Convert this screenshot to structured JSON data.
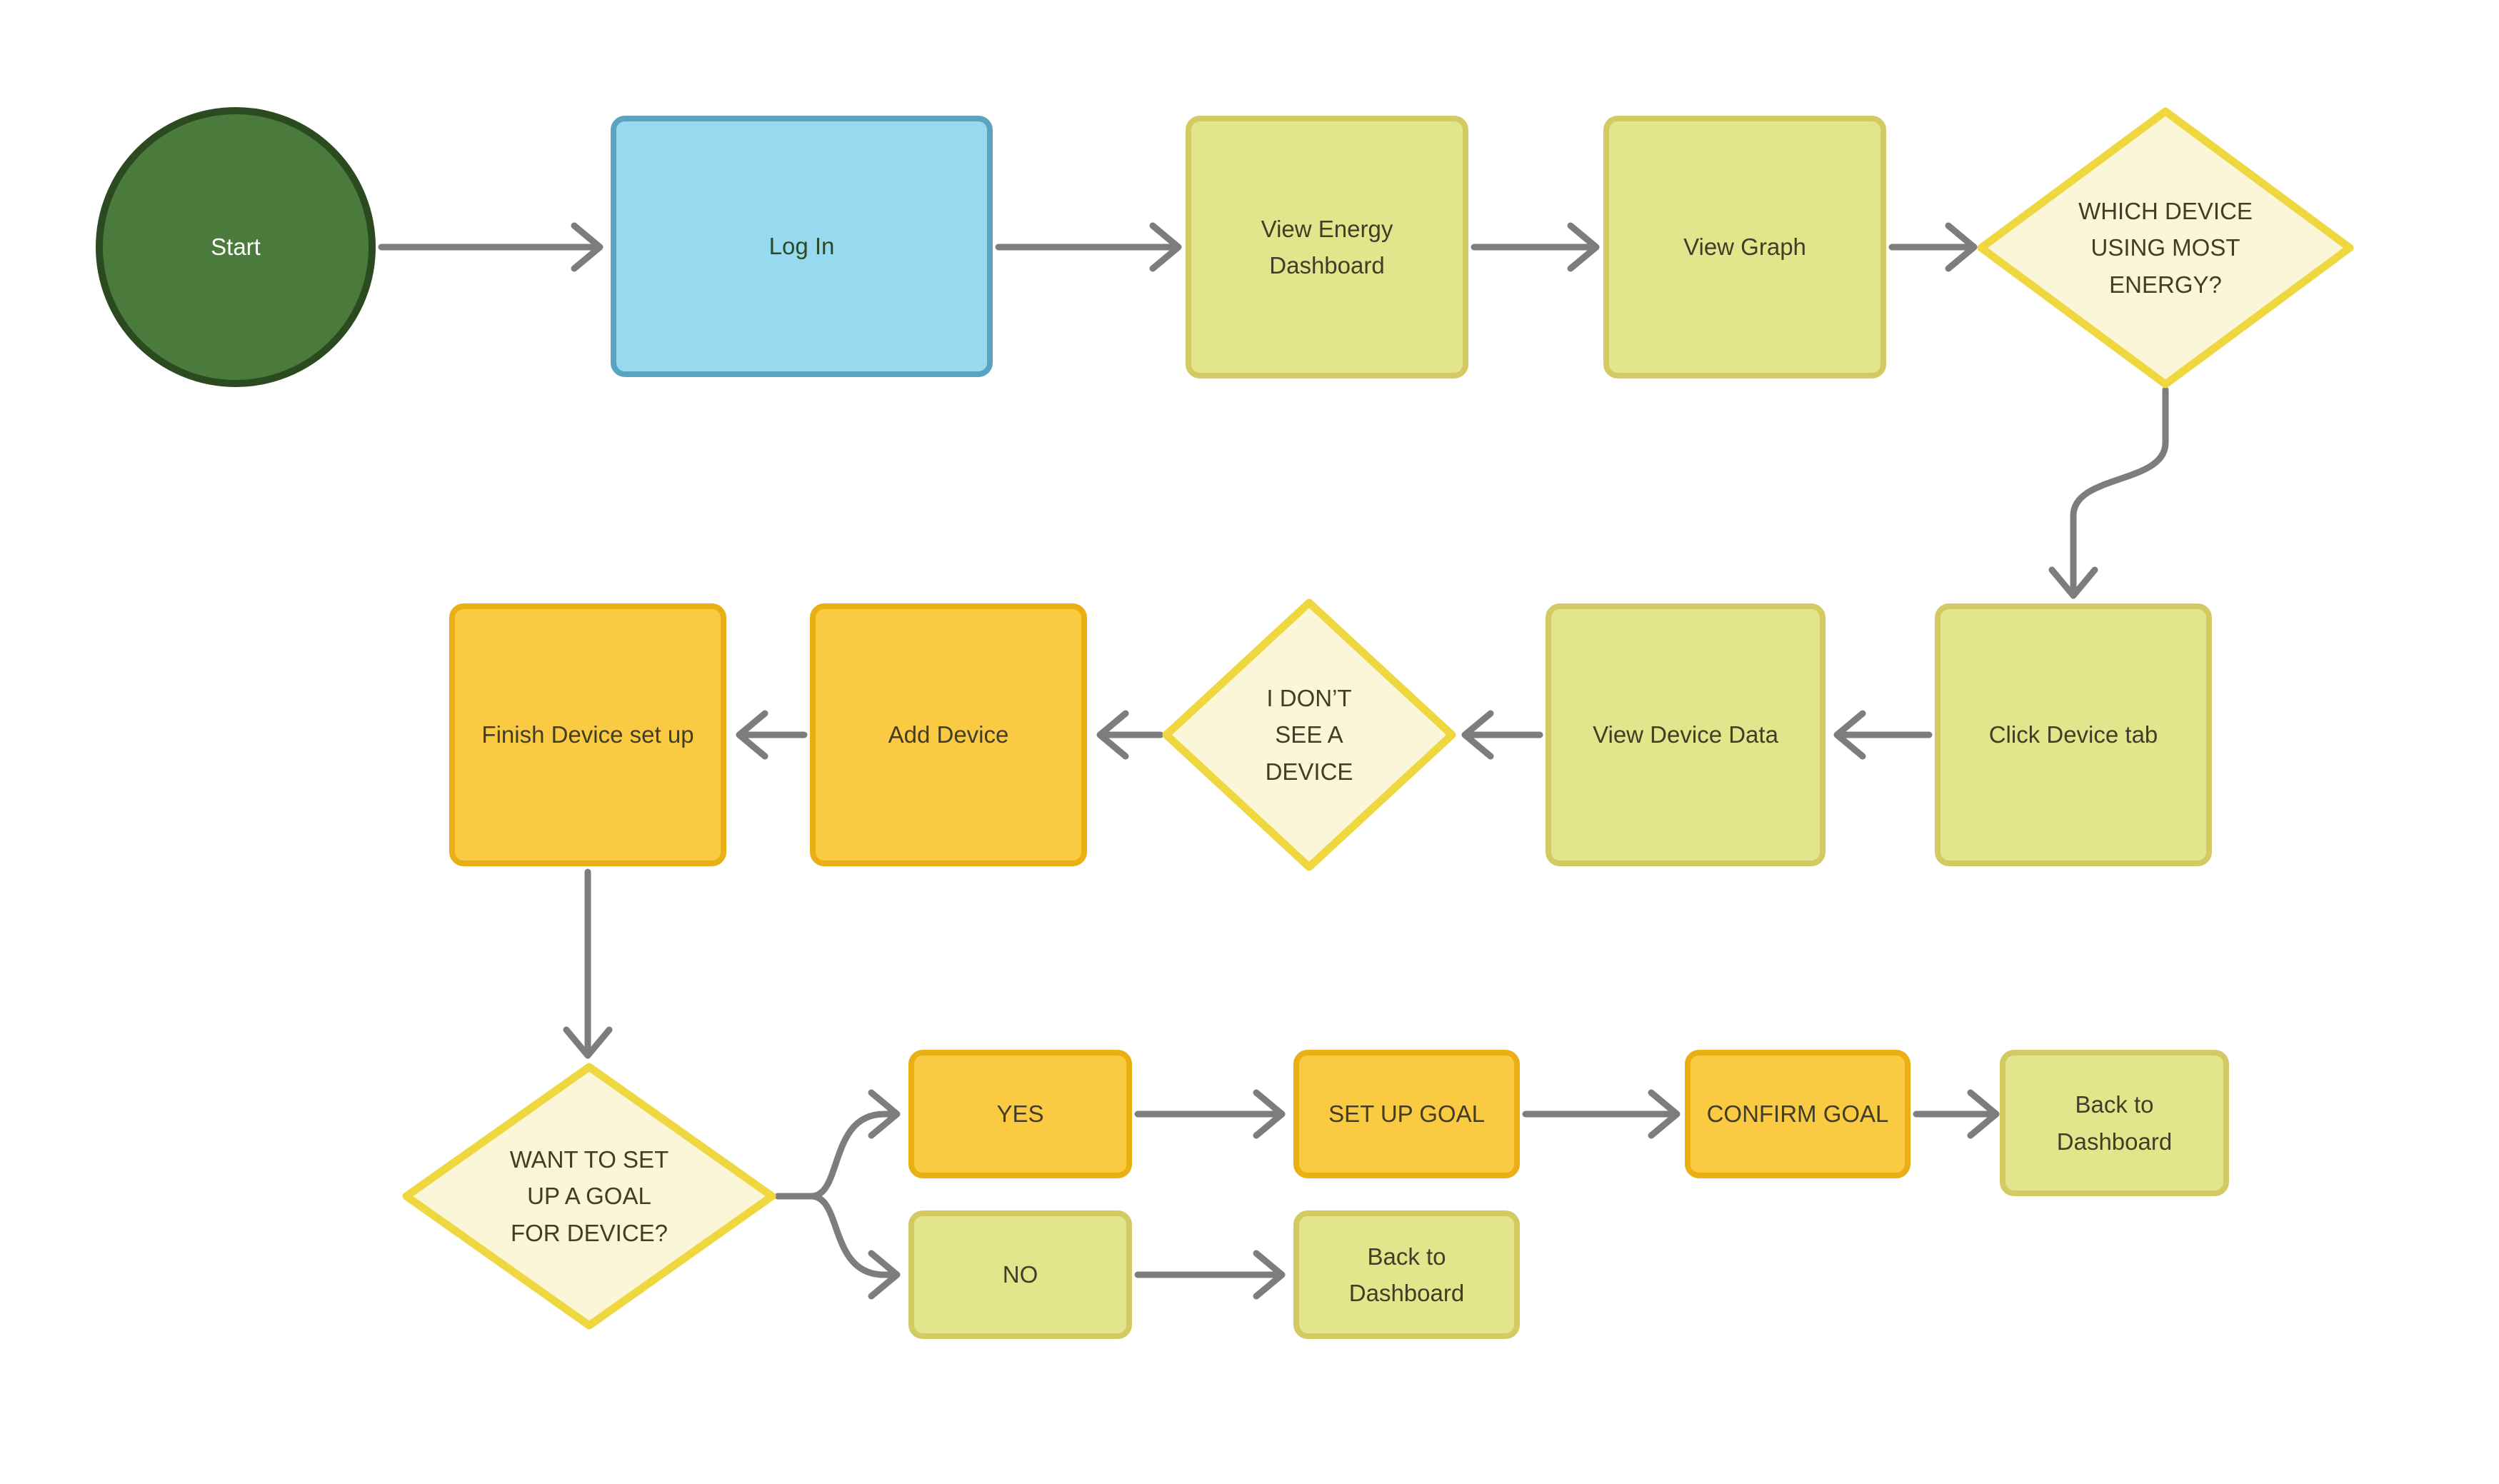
{
  "title": "Energy dashboard user flow",
  "palette": {
    "background": "#ffffff",
    "start_fill": "#4b7b3c",
    "start_border": "#2b4a20",
    "start_text": "#ffffff",
    "process_blue_fill": "#97d9ee",
    "process_blue_border": "#5ba4bf",
    "process_green_fill": "#e2e58c",
    "process_green_border": "#d3ca62",
    "action_amber_fill": "#fbca43",
    "action_amber_border": "#eaaf14",
    "decision_fill": "#fbf6d8",
    "decision_border": "#efd73f",
    "connector_gray": "#7d7d7d",
    "label_text": "#423d26"
  },
  "nodes": {
    "start": {
      "label": "Start",
      "shape": "circle",
      "color": "green"
    },
    "login": {
      "label": "Log In",
      "shape": "rect",
      "color": "blue"
    },
    "view_energy_dashboard": {
      "label": "View Energy\nDashboard",
      "shape": "rect",
      "color": "chartreuse"
    },
    "view_graph": {
      "label": "View Graph",
      "shape": "rect",
      "color": "chartreuse"
    },
    "which_device": {
      "label": "WHICH DEVICE\nUSING MOST\nENERGY?",
      "shape": "diamond",
      "color": "cream"
    },
    "click_device_tab": {
      "label": "Click Device tab",
      "shape": "rect",
      "color": "chartreuse"
    },
    "view_device_data": {
      "label": "View Device Data",
      "shape": "rect",
      "color": "chartreuse"
    },
    "dont_see_device": {
      "label": "I DON’T\nSEE A\nDEVICE",
      "shape": "diamond",
      "color": "cream"
    },
    "add_device": {
      "label": "Add Device",
      "shape": "rect",
      "color": "amber"
    },
    "finish_device_setup": {
      "label": "Finish Device set up",
      "shape": "rect",
      "color": "amber"
    },
    "want_goal": {
      "label": "WANT TO SET\nUP A GOAL\nFOR DEVICE?",
      "shape": "diamond",
      "color": "cream"
    },
    "yes": {
      "label": "YES",
      "shape": "rect",
      "color": "amber"
    },
    "set_up_goal": {
      "label": "SET UP GOAL",
      "shape": "rect",
      "color": "amber"
    },
    "confirm_goal": {
      "label": "CONFIRM GOAL",
      "shape": "rect",
      "color": "amber"
    },
    "back_to_dashboard_right": {
      "label": "Back to\nDashboard",
      "shape": "rect",
      "color": "chartreuse"
    },
    "no": {
      "label": "NO",
      "shape": "rect",
      "color": "chartreuse"
    },
    "back_to_dashboard_bottom": {
      "label": "Back to\nDashboard",
      "shape": "rect",
      "color": "chartreuse"
    }
  },
  "edges": [
    {
      "from": "start",
      "to": "login"
    },
    {
      "from": "login",
      "to": "view_energy_dashboard"
    },
    {
      "from": "view_energy_dashboard",
      "to": "view_graph"
    },
    {
      "from": "view_graph",
      "to": "which_device"
    },
    {
      "from": "which_device",
      "to": "click_device_tab"
    },
    {
      "from": "click_device_tab",
      "to": "view_device_data"
    },
    {
      "from": "view_device_data",
      "to": "dont_see_device"
    },
    {
      "from": "dont_see_device",
      "to": "add_device"
    },
    {
      "from": "add_device",
      "to": "finish_device_setup"
    },
    {
      "from": "finish_device_setup",
      "to": "want_goal"
    },
    {
      "from": "want_goal",
      "to": "yes"
    },
    {
      "from": "want_goal",
      "to": "no"
    },
    {
      "from": "yes",
      "to": "set_up_goal"
    },
    {
      "from": "set_up_goal",
      "to": "confirm_goal"
    },
    {
      "from": "confirm_goal",
      "to": "back_to_dashboard_right"
    },
    {
      "from": "no",
      "to": "back_to_dashboard_bottom"
    }
  ]
}
